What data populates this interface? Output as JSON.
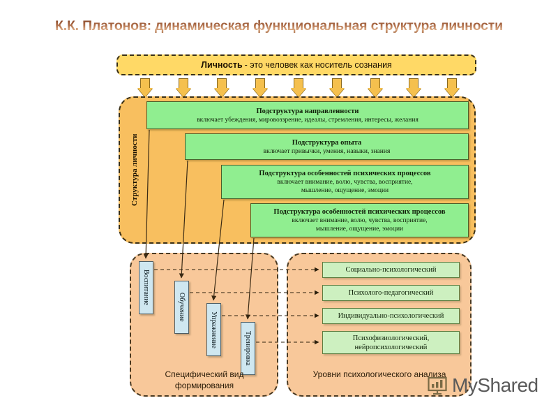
{
  "title": "К.К. Платонов: динамическая функциональная структура личности",
  "definition": {
    "lead": "Личность",
    "rest": "- это человек как носитель сознания"
  },
  "arrows": {
    "count": 9,
    "icon": "down-arrow-icon",
    "color": "#f5c04e"
  },
  "structure": {
    "side_label": "Структура личности",
    "substructures": [
      {
        "title": "Подструктура направленности",
        "desc": [
          "включает убеждения, мировоззрение, идеалы, стремления, интересы, желания"
        ]
      },
      {
        "title": "Подструктура опыта",
        "desc": [
          "включает привычки, умения, навыки, знания"
        ]
      },
      {
        "title": "Подструктура особенностей психических процессов",
        "desc": [
          "включает внимание, волю, чувства, восприятие,",
          "мышление, ощущение, эмоции"
        ]
      },
      {
        "title": "Подструктура особенностей психических процессов",
        "desc": [
          "включает внимание, волю, чувства, восприятие,",
          "мышление, ощущение, эмоции"
        ]
      }
    ]
  },
  "formation": {
    "caption": [
      "Специфический вид",
      "формирования"
    ],
    "items": [
      {
        "label": "Воспитание"
      },
      {
        "label": "Обучение"
      },
      {
        "label": "Упражнение"
      },
      {
        "label": "Тренировка"
      }
    ]
  },
  "levels": {
    "caption": "Уровни психологического анализа",
    "items": [
      {
        "lines": [
          "Социально-психологический"
        ]
      },
      {
        "lines": [
          "Психолого-педагогический"
        ]
      },
      {
        "lines": [
          "Индивидуально-психологический"
        ]
      },
      {
        "lines": [
          "Психофизиологический,",
          "нейропсихологический"
        ]
      }
    ]
  },
  "watermark": {
    "text": "MyShared",
    "icon": "presentation-chart-icon"
  },
  "colors": {
    "title_text": "#8b4a22",
    "definition_bg": "#ffd966",
    "structure_bg": "#f8bf5f",
    "substructure_bg": "#90ee90",
    "panel_bg": "#f8c89a",
    "blue_box_bg": "#cfe7f0",
    "level_box_bg": "#cdf0c0",
    "border_dashed": "#3b3016"
  }
}
